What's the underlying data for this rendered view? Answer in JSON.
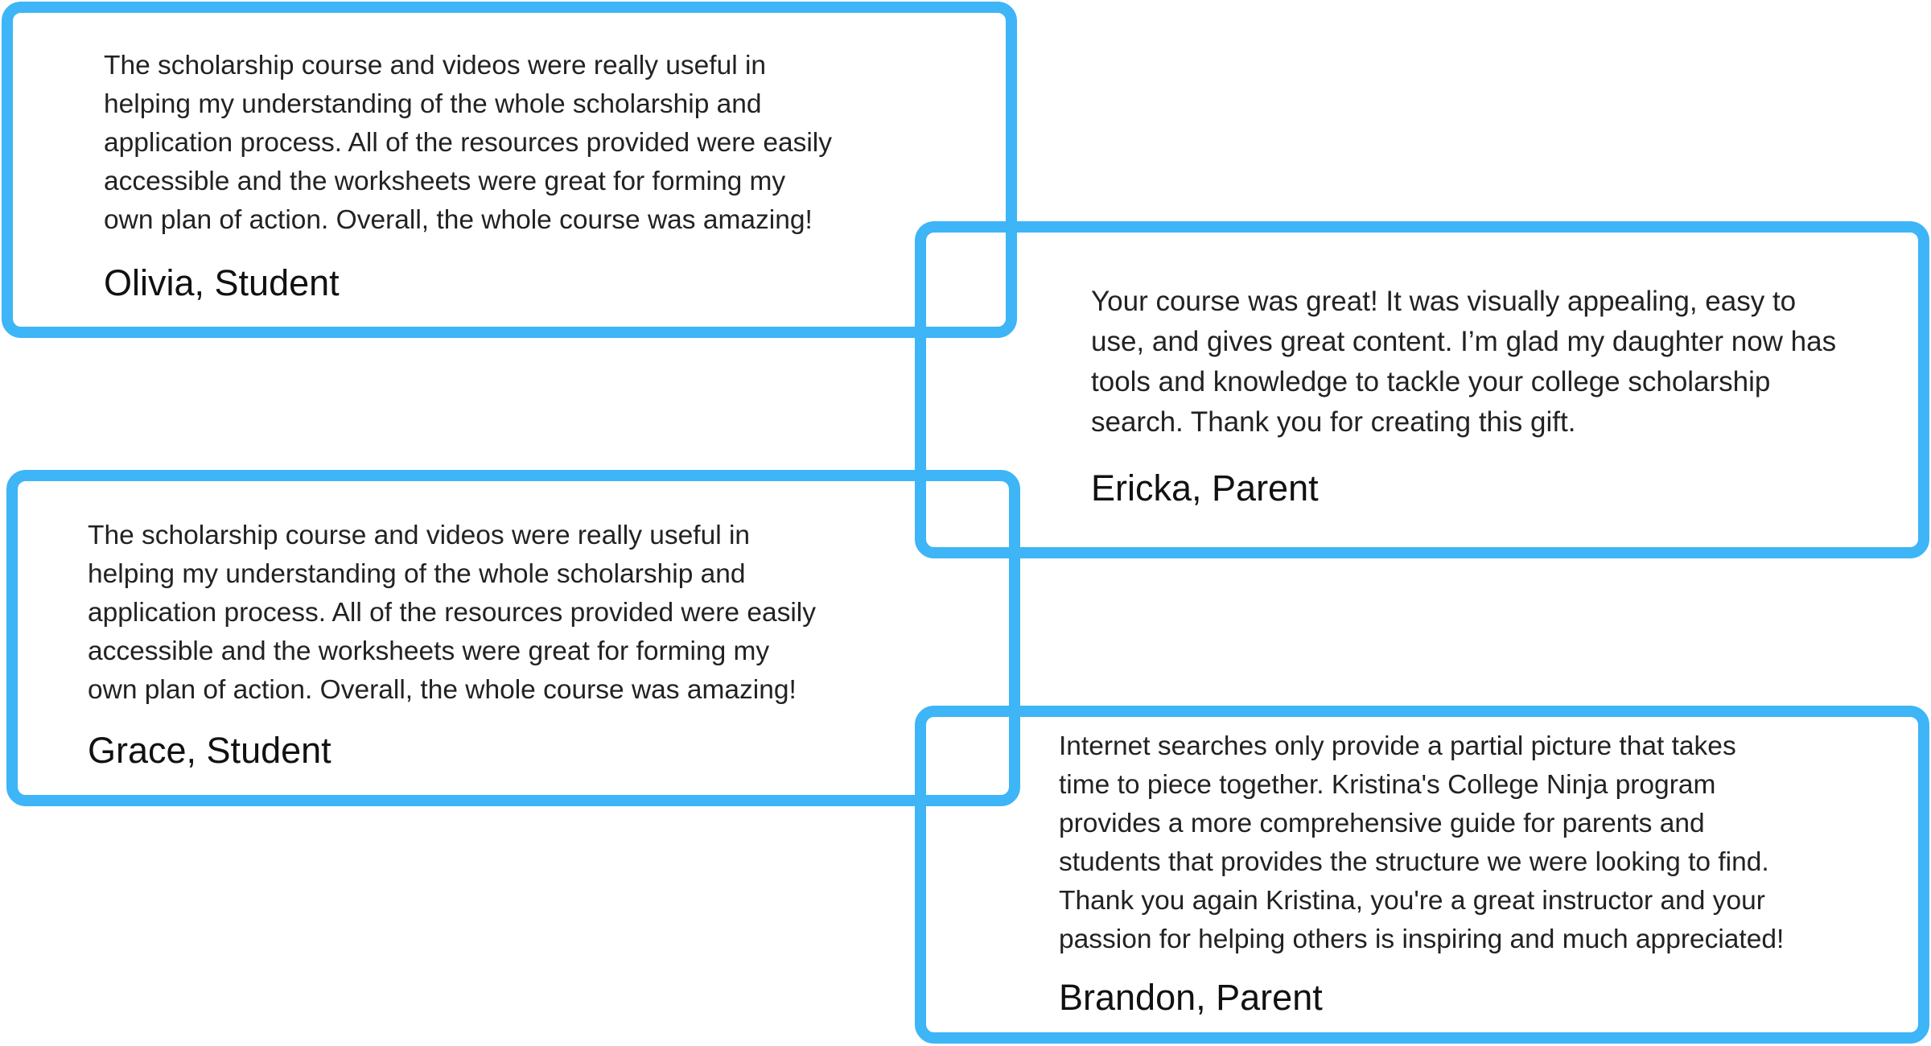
{
  "testimonials": [
    {
      "quote": "The scholarship course and videos were really useful in\nhelping my understanding of the whole scholarship and\napplication process. All of the resources provided were easily\naccessible and the worksheets were great for forming my\nown plan of action. Overall, the whole course was amazing!",
      "author": "Olivia, Student"
    },
    {
      "quote": "Your course was great! It was visually appealing, easy to\nuse, and gives great content. I’m glad my daughter now has\ntools and knowledge to tackle your college scholarship\nsearch. Thank you for creating this gift.",
      "author": "Ericka, Parent"
    },
    {
      "quote": "The scholarship course and videos were really useful in\nhelping my understanding of the whole scholarship and\napplication process. All of the resources provided were easily\naccessible and the worksheets were great for forming my\nown plan of action. Overall, the whole course was amazing!",
      "author": "Grace, Student"
    },
    {
      "quote": "Internet searches only provide a partial picture that takes\ntime to piece together. Kristina's College Ninja program\nprovides a more comprehensive guide for parents and\nstudents that provides the structure we were looking to find.\nThank you again Kristina, you're a great instructor and your\npassion for helping others is inspiring and much appreciated!",
      "author": "Brandon, Parent"
    }
  ],
  "colors": {
    "border": "#3db5f7",
    "text": "#222222",
    "background": "#ffffff"
  }
}
